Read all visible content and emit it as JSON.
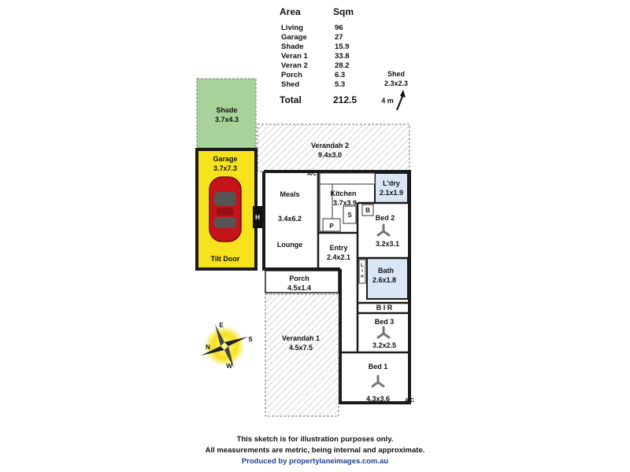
{
  "area_table": {
    "header_area": "Area",
    "header_sqm": "Sqm",
    "rows": [
      {
        "name": "Living",
        "value": "96"
      },
      {
        "name": "Garage",
        "value": "27"
      },
      {
        "name": "Shade",
        "value": "15.9"
      },
      {
        "name": "Veran 1",
        "value": "33.8"
      },
      {
        "name": "Veran 2",
        "value": "28.2"
      },
      {
        "name": "Porch",
        "value": "6.3"
      },
      {
        "name": "Shed",
        "value": "5.3"
      }
    ],
    "total_label": "Total",
    "total_value": "212.5"
  },
  "shed": {
    "label": "Shed",
    "dims": "2.3x2.3"
  },
  "scale_label": "4 m",
  "rooms": {
    "shade": {
      "name": "Shade",
      "dims": "3.7x4.3"
    },
    "garage": {
      "name": "Garage",
      "dims": "3.7x7.3",
      "door": "Tilt Door"
    },
    "verandah2": {
      "name": "Verandah 2",
      "dims": "9.4x3.0"
    },
    "laundry": {
      "name": "L'dry",
      "dims": "2.1x1.9"
    },
    "kitchen": {
      "name": "Kitchen",
      "dims": "3.7x3.9"
    },
    "meals_lounge": {
      "meals": "Meals",
      "dims": "3.4x6.2",
      "lounge": "Lounge"
    },
    "bed2": {
      "name": "Bed 2",
      "dims": "3.2x3.1"
    },
    "entry": {
      "name": "Entry",
      "dims": "2.4x2.1"
    },
    "bath": {
      "name": "Bath",
      "dims": "2.6x1.8"
    },
    "bir": {
      "name": "B I R"
    },
    "bed3": {
      "name": "Bed 3",
      "dims": "3.2x2.5"
    },
    "bed1": {
      "name": "Bed 1",
      "dims": "4.3x3.6"
    },
    "porch": {
      "name": "Porch",
      "dims": "4.5x1.4"
    },
    "verandah1": {
      "name": "Verandah 1",
      "dims": "4.5x7.5"
    }
  },
  "fixtures": {
    "ac": "A/C",
    "pantry": "P",
    "sink": "S",
    "broom": "B",
    "linen": "L\ni\nn",
    "heater": "H"
  },
  "compass": {
    "n": "N",
    "e": "E",
    "s": "S",
    "w": "W"
  },
  "footer": {
    "line1": "This sketch is for illustration purposes only.",
    "line2": "All measurements are metric, being internal and approximate.",
    "line3": "Produced by propertylaneimages.com.au"
  },
  "colors": {
    "garage_fill": "#f7e31d",
    "shade_fill": "#a7d39a",
    "wet_fill": "#d8e6f5",
    "hatch": "#b5b5b5",
    "wall": "#1a1a1a",
    "car": "#c4141a",
    "link": "#1a3d8f"
  }
}
